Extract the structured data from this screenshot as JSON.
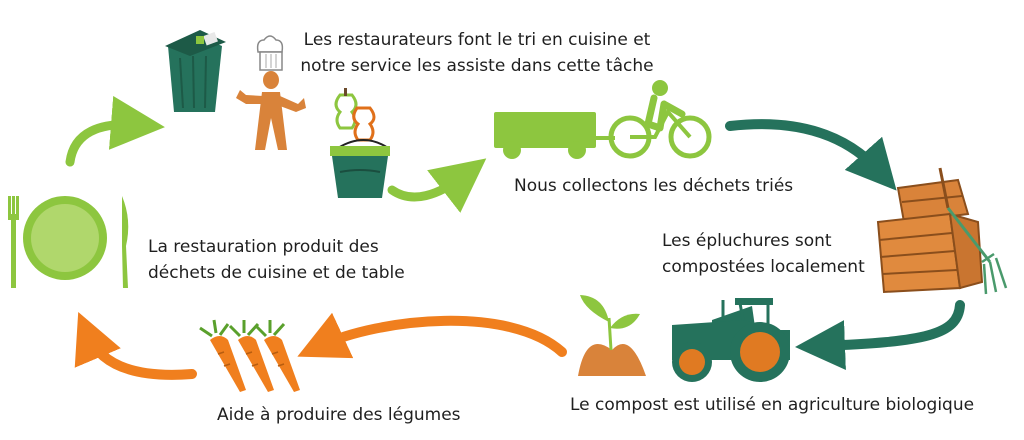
{
  "steps": {
    "sorting": "Les restaurateurs font le tri en cuisine et notre service les assiste dans cette tâche",
    "sorting_line1": "Les restaurateurs font le tri en cuisine et",
    "sorting_line2": "notre service les assiste dans cette tâche",
    "collection": "Nous collectons les déchets triés",
    "composting_line1": "Les épluchures sont",
    "composting_line2": "compostées localement",
    "agriculture": "Le compost est utilisé en agriculture biologique",
    "vegetables": "Aide à produire des légumes",
    "waste_line1": "La restauration produit des",
    "waste_line2": "déchets de cuisine et de table"
  },
  "colors": {
    "lime": "#8dc63f",
    "dark_green": "#2e7d5b",
    "teal": "#25725c",
    "orange": "#f07f1e",
    "brown": "#d9833a"
  },
  "icons": [
    "trash-bin-icon",
    "chef-icon",
    "apple-core-icon",
    "bucket-icon",
    "bike-trailer-icon",
    "compost-bin-icon",
    "pitchfork-icon",
    "tractor-icon",
    "sprout-icon",
    "carrots-icon",
    "plate-cutlery-icon"
  ]
}
